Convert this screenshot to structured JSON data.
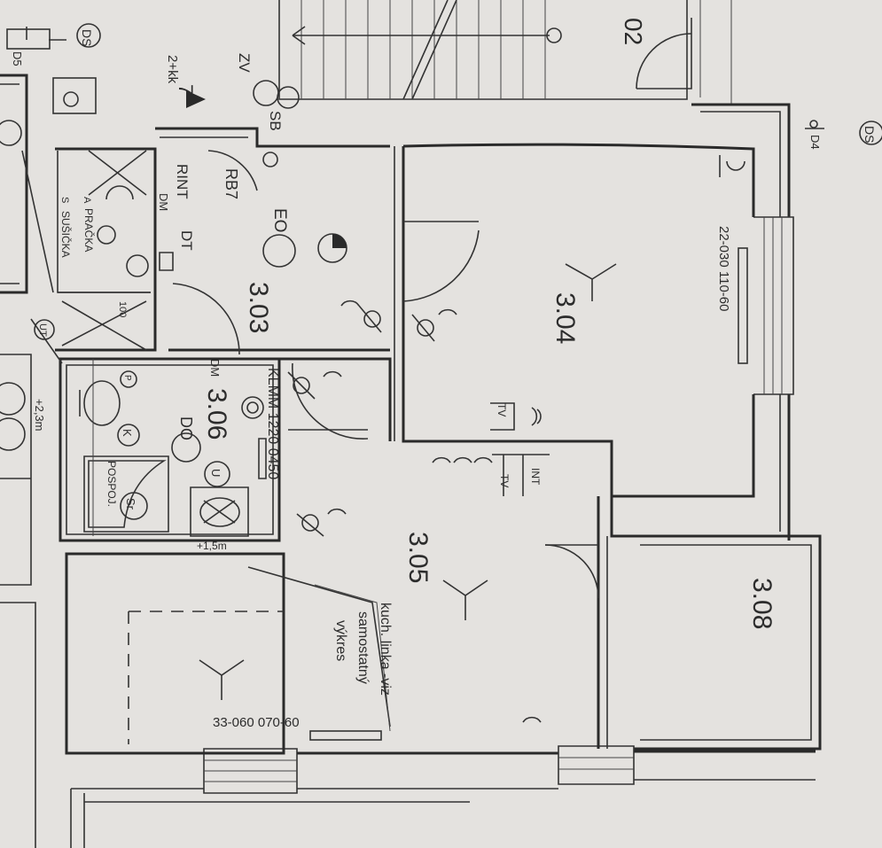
{
  "colors": {
    "paper": "#e4e2df",
    "ink": "#2a2a2a"
  },
  "rooms": {
    "r302": "02",
    "r303": "3.03",
    "r304": "3.04",
    "r305": "3.05",
    "r306": "3.06",
    "r308": "3.08"
  },
  "labels": {
    "ds_left": "DS",
    "ds_right": "DS",
    "d5": "D5",
    "d4": "D4",
    "stair_steps": "7",
    "stair_type": "2+kk",
    "zv": "ZV",
    "sb": "SB",
    "rb7": "RB7",
    "rint": "RINT",
    "dt": "DT",
    "dm_top": "DM",
    "eo": "EO",
    "dm_bath": "DM",
    "do": "DO",
    "klmm": "KLMM 1220 0450",
    "window_304": "22-030 110-60",
    "window_305": "33-060 070-60",
    "tv_top": "TV",
    "tv_bottom": "TV",
    "int": "INT",
    "pracka_a": "A",
    "pracka": "PRAČKA",
    "susicka_s": "S",
    "susicka": "SUŠIČKA",
    "pospoj": "POSPOJ.",
    "sr": "Sr",
    "k": "K",
    "u": "U",
    "p": "P",
    "ut": "UT",
    "height_left": "+2,3m",
    "height_bath": "+1,5m",
    "dim_100": "100",
    "kitchen_note_1": "kuch. linka -viz",
    "kitchen_note_2": "samostatný",
    "kitchen_note_3": "výkres"
  }
}
